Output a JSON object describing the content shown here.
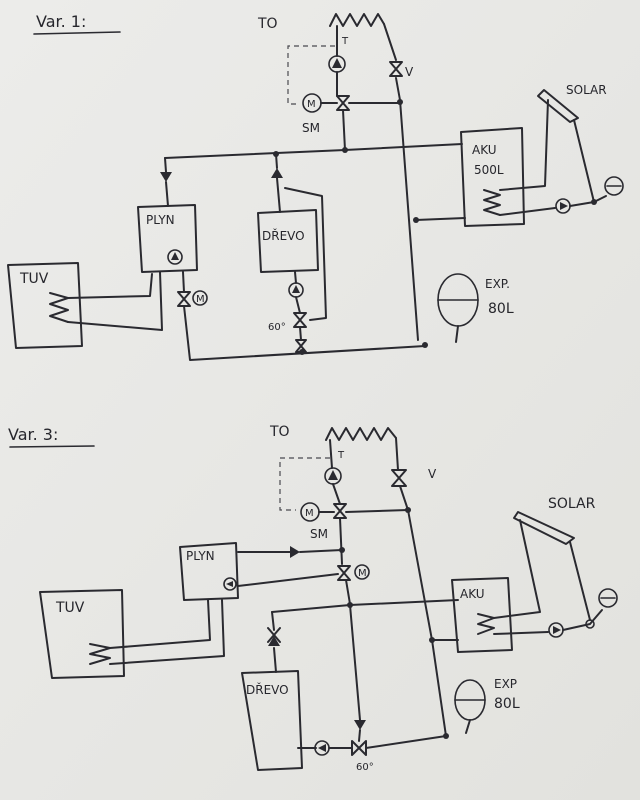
{
  "variant1": {
    "heading": "Var. 1:",
    "top_label": "TO",
    "thermostat": "T",
    "valve_label": "V",
    "servomotor": "SM",
    "motor_letter": "M",
    "solar": "SOLAR",
    "tank_name": "AKU",
    "tank_volume": "500L",
    "gas_boiler": "PLYN",
    "wood_boiler": "DŘEVO",
    "hot_water": "TUV",
    "exp_label": "EXP.",
    "exp_volume": "80L",
    "temp": "60°"
  },
  "variant3": {
    "heading": "Var. 3:",
    "top_label": "TO",
    "thermostat": "T",
    "valve_label": "V",
    "servomotor": "SM",
    "motor_letter": "M",
    "solar": "SOLAR",
    "tank_name": "AKU",
    "gas_boiler": "PLYN",
    "wood_boiler": "DŘEVO",
    "hot_water": "TUV",
    "exp_label": "EXP",
    "exp_volume": "80L",
    "temp": "60°"
  },
  "colors": {
    "ink": "#2a2a30",
    "paper": "#e9e9e6"
  }
}
